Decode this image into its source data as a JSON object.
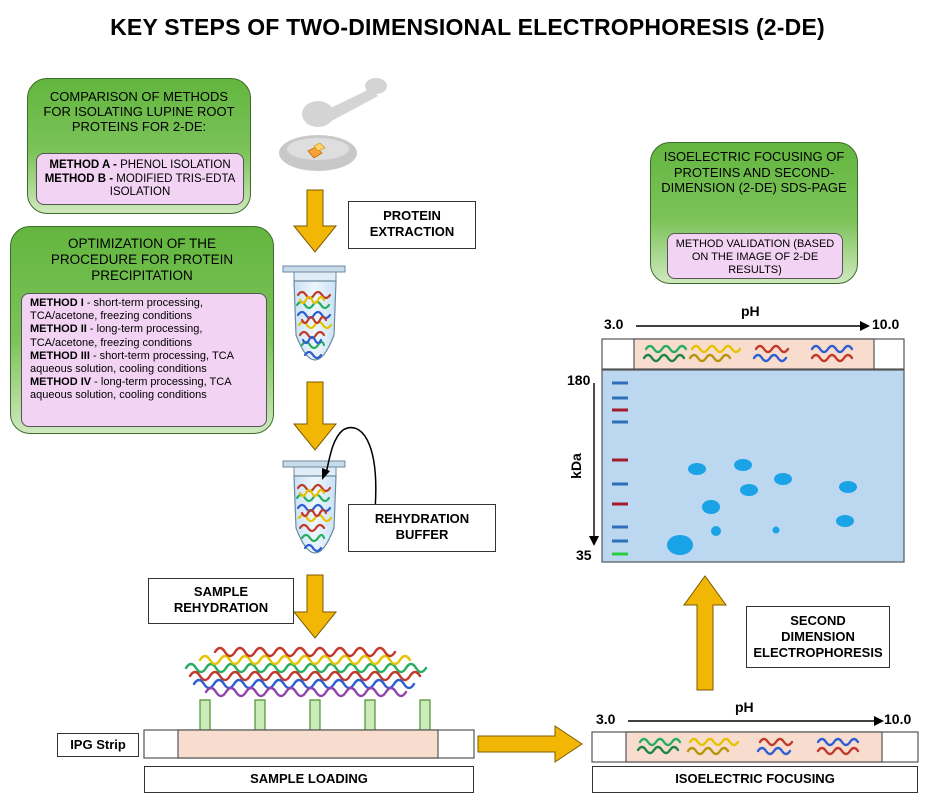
{
  "title": "KEY STEPS OF TWO-DIMENSIONAL ELECTROPHORESIS (2-DE)",
  "comparison": {
    "heading": "COMPARISON OF METHODS FOR ISOLATING LUPINE ROOT PROTEINS FOR 2-DE:",
    "methods": [
      {
        "name": "METHOD A -",
        "desc": " PHENOL ISOLATION"
      },
      {
        "name": "METHOD B -",
        "desc": " MODIFIED TRIS-EDTA ISOLATION"
      }
    ]
  },
  "optimization": {
    "heading": "OPTIMIZATION OF THE PROCEDURE FOR PROTEIN PRECIPITATION",
    "methods": [
      {
        "name": "METHOD I",
        "desc": " - short-term processing, TCA/acetone, freezing conditions"
      },
      {
        "name": "METHOD II",
        "desc": " - long-term processing, TCA/acetone, freezing conditions"
      },
      {
        "name": "METHOD III",
        "desc": " - short-term processing, TCA aqueous solution, cooling conditions"
      },
      {
        "name": "METHOD IV",
        "desc": " - long-term processing, TCA aqueous solution, cooling conditions"
      }
    ]
  },
  "ief_box": {
    "heading": "ISOELECTRIC FOCUSING OF PROTEINS AND SECOND-DIMENSION (2-DE) SDS-PAGE",
    "validation": "METHOD VALIDATION (BASED ON THE IMAGE OF 2-DE RESULTS)"
  },
  "labels": {
    "protein_extraction": "PROTEIN EXTRACTION",
    "rehydration_buffer": "REHYDRATION BUFFER",
    "sample_rehydration": "SAMPLE REHYDRATION",
    "ipg_strip": "IPG Strip",
    "sample_loading": "SAMPLE LOADING",
    "isoelectric_focusing": "ISOELECTRIC FOCUSING",
    "second_dimension": "SECOND DIMENSION ELECTROPHORESIS"
  },
  "gel": {
    "ph_label": "pH",
    "ph_min": "3.0",
    "ph_max": "10.0",
    "kda_label": "kDa",
    "kda_top": "180",
    "kda_bottom": "35"
  },
  "strip": {
    "ph_label": "pH",
    "ph_min": "3.0",
    "ph_max": "10.0"
  },
  "colors": {
    "arrow": "#f2b705",
    "gel": "#bcd7f0",
    "spot": "#1aa3e6",
    "strip": "#f8dccd",
    "green_box": "#6dbb48",
    "pink_box": "#f2d3f3"
  }
}
